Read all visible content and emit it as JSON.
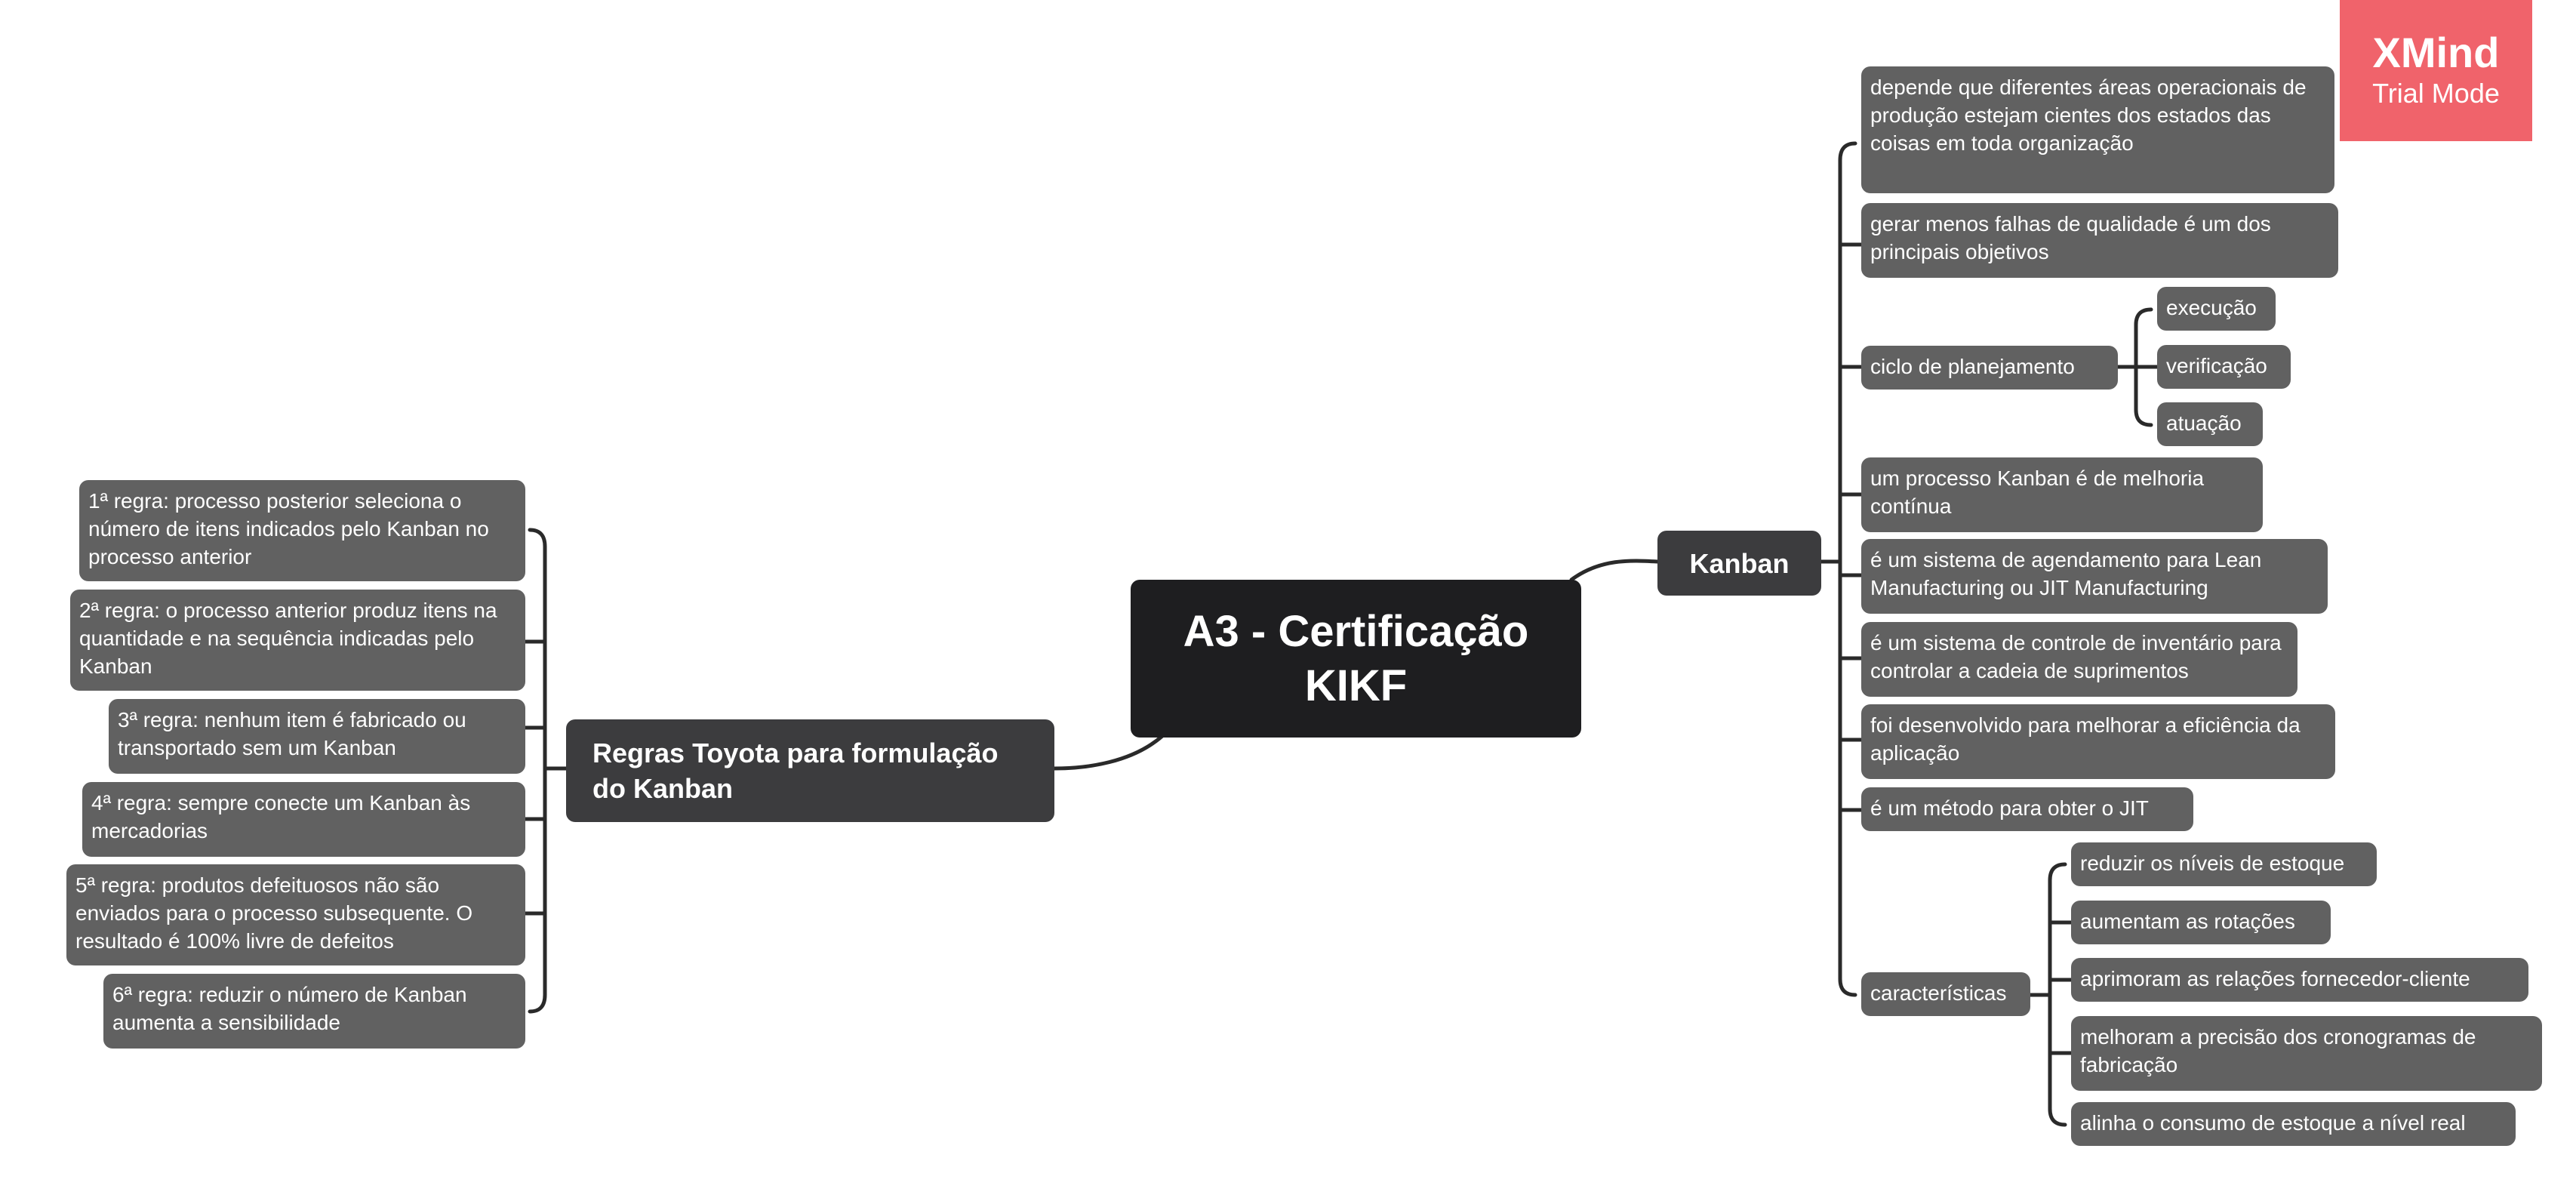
{
  "central": {
    "title": "A3 - Certificação KIKF"
  },
  "watermark": {
    "brand": "XMind",
    "mode": "Trial Mode",
    "color": "#f0636b"
  },
  "kanban": {
    "label": "Kanban",
    "children": [
      {
        "text": "depende que diferentes áreas operacionais de produção estejam cientes dos estados das coisas em toda organização"
      },
      {
        "text": "gerar menos falhas de qualidade é um dos principais objetivos"
      },
      {
        "text": "ciclo de planejamento",
        "children": [
          "execução",
          "verificação",
          "atuação"
        ]
      },
      {
        "text": "um processo Kanban é de melhoria contínua"
      },
      {
        "text": "é um sistema de agendamento para Lean Manufacturing ou JIT Manufacturing"
      },
      {
        "text": "é um sistema de controle de inventário para controlar a cadeia de suprimentos"
      },
      {
        "text": "foi desenvolvido para melhorar a eficiência da aplicação"
      },
      {
        "text": "é um método para obter o JIT"
      },
      {
        "text": "características",
        "children": [
          "reduzir os níveis de estoque",
          "aumentam as rotações",
          "aprimoram as relações fornecedor-cliente",
          "melhoram a precisão dos cronogramas de fabricação",
          "alinha o consumo de estoque a nível real"
        ]
      }
    ]
  },
  "regras": {
    "label": "Regras Toyota para formulação do Kanban",
    "children": [
      "1ª regra: processo posterior seleciona o número de itens indicados pelo Kanban no processo anterior",
      "2ª regra: o processo anterior produz itens na quantidade e na sequência indicadas pelo Kanban",
      "3ª regra: nenhum item é fabricado ou transportado sem um Kanban",
      "4ª regra: sempre conecte um Kanban às mercadorias",
      "5ª regra: produtos defeituosos não são enviados para o processo subsequente. O resultado é 100% livre de defeitos",
      "6ª regra: reduzir o número de Kanban aumenta a sensibilidade"
    ]
  }
}
